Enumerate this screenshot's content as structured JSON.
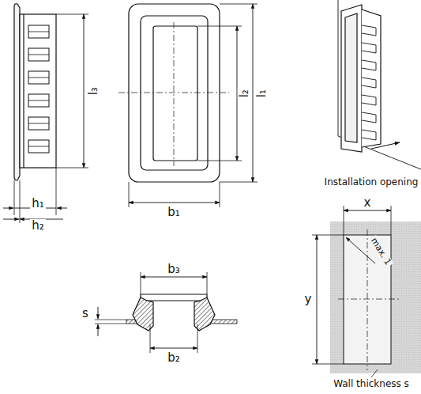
{
  "diagram": {
    "labels": [
      "h₁",
      "h₂",
      "l₃",
      "b₁",
      "l₂",
      "l₁",
      "Installation opening",
      "x",
      "y",
      "max. 1",
      "s",
      "b₃",
      "b₂",
      "Wall thickness s"
    ]
  }
}
